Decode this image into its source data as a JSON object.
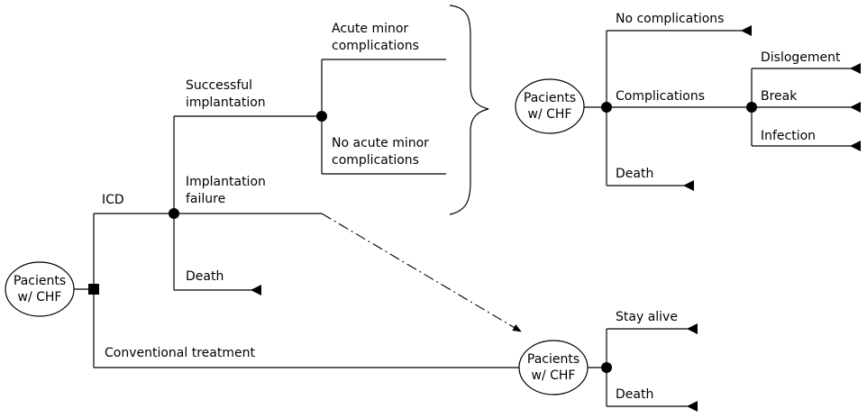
{
  "colors": {
    "line": "#000000",
    "background": "#ffffff"
  },
  "nodes": {
    "main": {
      "line1": "Pacients",
      "line2": "w/ CHF"
    },
    "complications": {
      "line1": "Pacients",
      "line2": "w/ CHF"
    },
    "conventional": {
      "line1": "Pacients",
      "line2": "w/ CHF"
    }
  },
  "branches": {
    "icd": "ICD",
    "conventional_treatment": "Conventional treatment",
    "successful_implantation": {
      "line1": "Successful",
      "line2": "implantation"
    },
    "implantation_failure": {
      "line1": "Implantation",
      "line2": "failure"
    },
    "icd_death": "Death",
    "acute_minor": {
      "line1": "Acute minor",
      "line2": "complications"
    },
    "no_acute_minor": {
      "line1": "No acute minor",
      "line2": "complications"
    }
  },
  "complications_tree": {
    "no_complications": "No complications",
    "complications": "Complications",
    "death": "Death",
    "dislogement": "Dislogement",
    "break": "Break",
    "infection": "Infection"
  },
  "conventional_tree": {
    "stay_alive": "Stay alive",
    "death": "Death"
  },
  "icons": {
    "decision_node": "square-node",
    "chance_node": "circle-node",
    "terminal_node": "triangle-node"
  }
}
